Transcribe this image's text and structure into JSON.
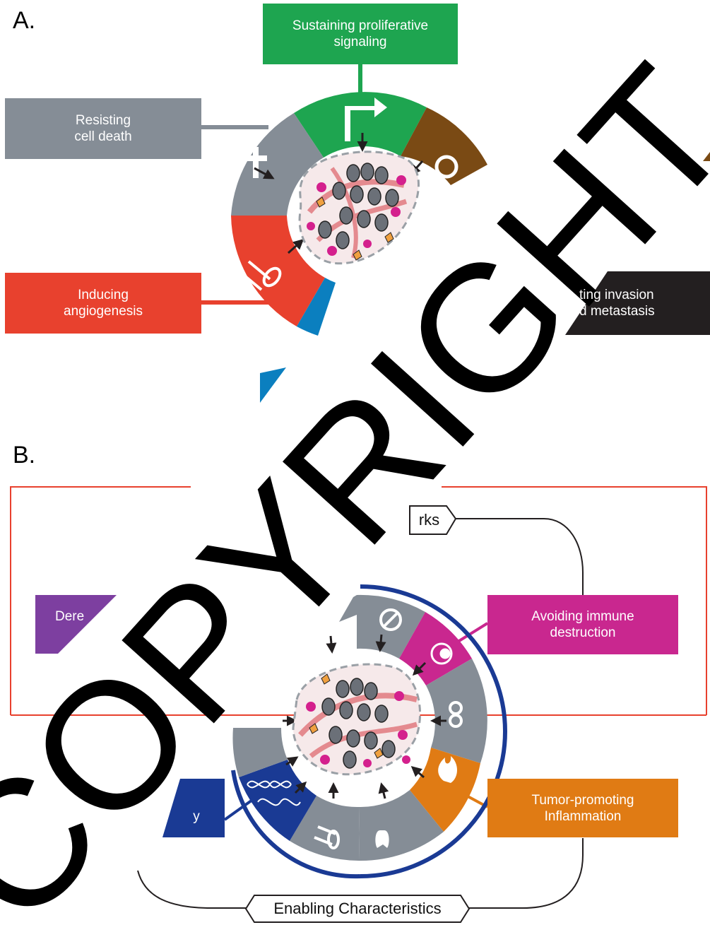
{
  "panel_a": {
    "letter": "A.",
    "labels": {
      "proliferative": "Sustaining proliferative\nsignaling",
      "cell_death": "Resisting\ncell death",
      "angiogenesis": "Inducing\nangiogenesis",
      "invasion": "ting invasion\nd metastasis"
    }
  },
  "panel_b": {
    "letter": "B.",
    "labels": {
      "hallmarks_tag": "rks",
      "dere": "Dere",
      "immune": "Avoiding immune\ndestruction",
      "inflammation": "Tumor-promoting\nInflammation",
      "enabling": "Enabling Characteristics",
      "partial_blue": "y"
    }
  },
  "watermark": "COPYRIGHT",
  "colors": {
    "green": "#1ea550",
    "gray": "#858d96",
    "brown": "#7a4a14",
    "red": "#e8412e",
    "blue": "#0b7fbf",
    "black": "#231f20",
    "magenta": "#c9278f",
    "orange": "#e07b14",
    "navy": "#1a3a94",
    "purple": "#7d3fa0",
    "frame_red": "#e8412e"
  }
}
